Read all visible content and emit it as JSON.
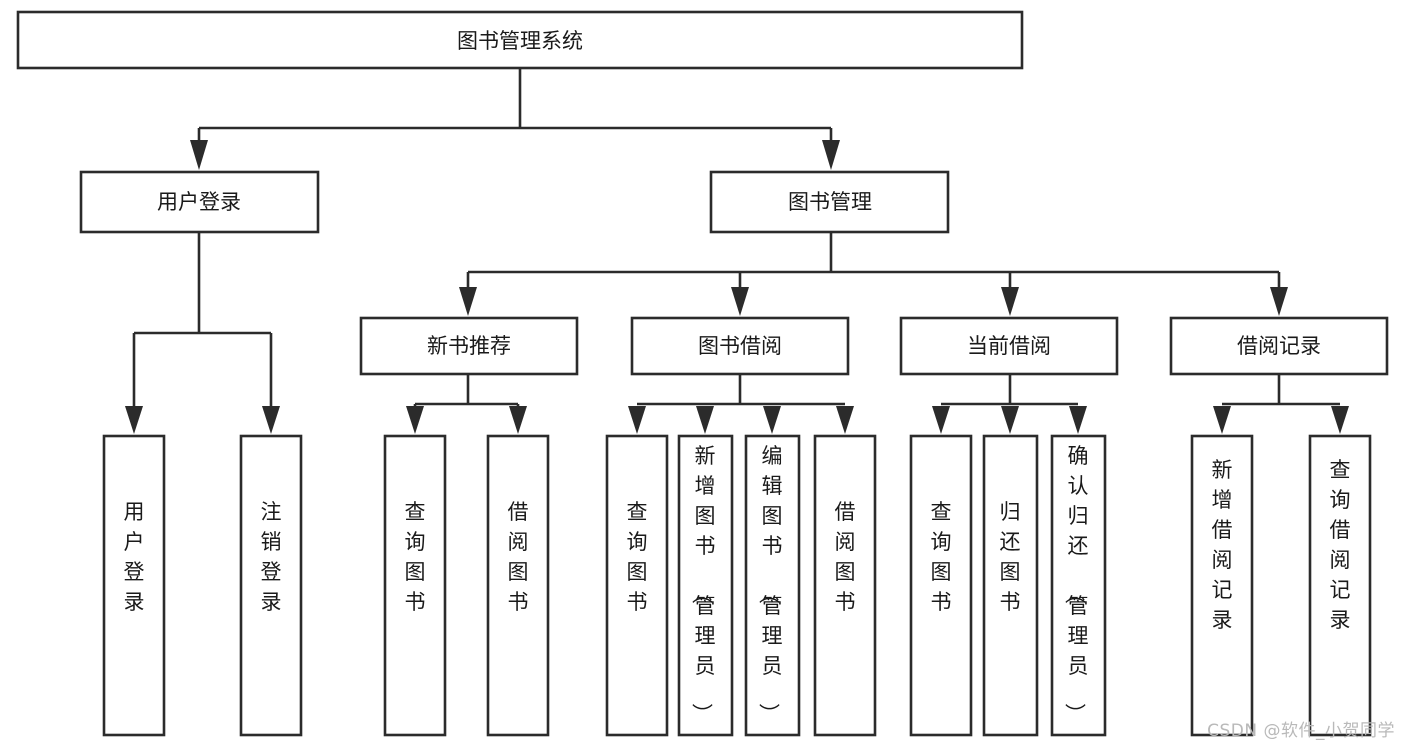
{
  "diagram": {
    "type": "tree-hierarchy",
    "title": "图书管理系统",
    "watermark": "CSDN @软件_小贺同学",
    "colors": {
      "stroke": "#2b2b2b",
      "box_fill": "#ffffff",
      "text": "#1a1a1a",
      "background": "#ffffff",
      "watermark": "#b9b9b9"
    },
    "levels": {
      "root": "图书管理系统",
      "level2": [
        "用户登录",
        "图书管理"
      ],
      "level3": [
        "新书推荐",
        "图书借阅",
        "当前借阅",
        "借阅记录"
      ]
    },
    "nodes": {
      "root": {
        "label": "图书管理系统",
        "orientation": "horizontal"
      },
      "user_login": {
        "label": "用户登录",
        "orientation": "horizontal"
      },
      "book_manage": {
        "label": "图书管理",
        "orientation": "horizontal"
      },
      "new_book_rec": {
        "label": "新书推荐",
        "orientation": "horizontal"
      },
      "book_borrow": {
        "label": "图书借阅",
        "orientation": "horizontal"
      },
      "current_borrow": {
        "label": "当前借阅",
        "orientation": "horizontal"
      },
      "borrow_record": {
        "label": "借阅记录",
        "orientation": "horizontal"
      },
      "leaf_user_login": {
        "label": "用户登录",
        "orientation": "vertical"
      },
      "leaf_logout": {
        "label": "注销登录",
        "orientation": "vertical"
      },
      "leaf_query_book_1": {
        "label": "查询图书",
        "orientation": "vertical"
      },
      "leaf_borrow_book_1": {
        "label": "借阅图书",
        "orientation": "vertical"
      },
      "leaf_query_book_2": {
        "label": "查询图书",
        "orientation": "vertical"
      },
      "leaf_add_book": {
        "label": "新增图书（管理员）",
        "orientation": "vertical"
      },
      "leaf_edit_book": {
        "label": "编辑图书（管理员）",
        "orientation": "vertical"
      },
      "leaf_borrow_book_2": {
        "label": "借阅图书",
        "orientation": "vertical"
      },
      "leaf_query_book_3": {
        "label": "查询图书",
        "orientation": "vertical"
      },
      "leaf_return_book": {
        "label": "归还图书",
        "orientation": "vertical"
      },
      "leaf_confirm_return": {
        "label": "确认归还（管理员）",
        "orientation": "vertical"
      },
      "leaf_add_record": {
        "label": "新增借阅记录",
        "orientation": "vertical"
      },
      "leaf_query_record": {
        "label": "查询借阅记录",
        "orientation": "vertical"
      }
    },
    "edges": [
      {
        "from": "图书管理系统",
        "to": "用户登录"
      },
      {
        "from": "图书管理系统",
        "to": "图书管理"
      },
      {
        "from": "用户登录",
        "to": "用户登录"
      },
      {
        "from": "用户登录",
        "to": "注销登录"
      },
      {
        "from": "图书管理",
        "to": "新书推荐"
      },
      {
        "from": "图书管理",
        "to": "图书借阅"
      },
      {
        "from": "图书管理",
        "to": "当前借阅"
      },
      {
        "from": "图书管理",
        "to": "借阅记录"
      },
      {
        "from": "新书推荐",
        "to": "查询图书"
      },
      {
        "from": "新书推荐",
        "to": "借阅图书"
      },
      {
        "from": "图书借阅",
        "to": "查询图书"
      },
      {
        "from": "图书借阅",
        "to": "新增图书（管理员）"
      },
      {
        "from": "图书借阅",
        "to": "编辑图书（管理员）"
      },
      {
        "from": "图书借阅",
        "to": "借阅图书"
      },
      {
        "from": "当前借阅",
        "to": "查询图书"
      },
      {
        "from": "当前借阅",
        "to": "归还图书"
      },
      {
        "from": "当前借阅",
        "to": "确认归还（管理员）"
      },
      {
        "from": "借阅记录",
        "to": "新增借阅记录"
      },
      {
        "from": "借阅记录",
        "to": "查询借阅记录"
      }
    ]
  }
}
